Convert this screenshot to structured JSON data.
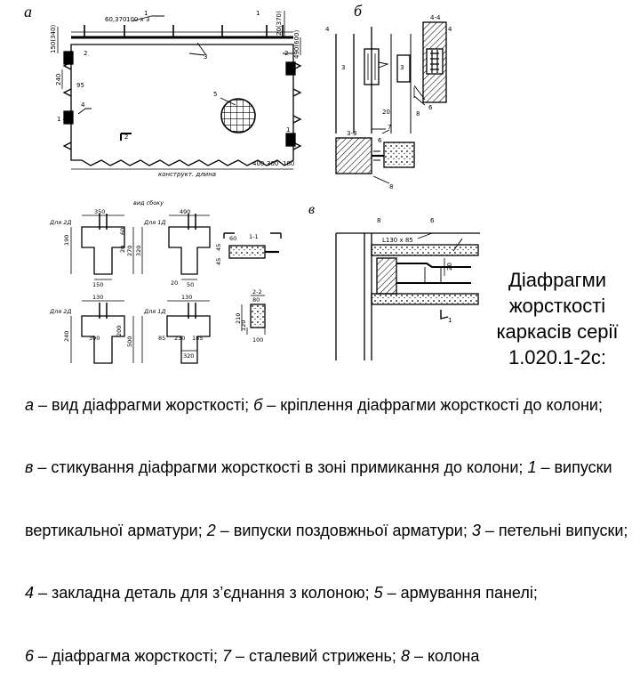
{
  "panel_labels": {
    "a": "а",
    "b": "б",
    "v": "в"
  },
  "title_lines": [
    "Діафрагми",
    "жорсткості",
    "каркасів серії",
    "1.020.1-2с:"
  ],
  "caption": [
    [
      {
        "t": "а",
        "i": true
      },
      {
        "t": " – вид діафрагми жорсткості; ",
        "i": false
      },
      {
        "t": "б",
        "i": true
      },
      {
        "t": " – кріплення діафрагми жорсткості до колони;",
        "i": false
      }
    ],
    [
      {
        "t": "в",
        "i": true
      },
      {
        "t": " – стикування діафрагми жорсткості в зоні примикання до колони; ",
        "i": false
      },
      {
        "t": "1",
        "i": true
      },
      {
        "t": " – випуски",
        "i": false
      }
    ],
    [
      {
        "t": "вертикальної арматури; ",
        "i": false
      },
      {
        "t": "2",
        "i": true
      },
      {
        "t": " – випуски поздовжньої арматури; ",
        "i": false
      },
      {
        "t": "3",
        "i": true
      },
      {
        "t": " – петельні випуски;",
        "i": false
      }
    ],
    [
      {
        "t": "4",
        "i": true
      },
      {
        "t": " – закладна деталь для з’єднання з колоною; ",
        "i": false
      },
      {
        "t": "5",
        "i": true
      },
      {
        "t": " – армування панелі;",
        "i": false
      }
    ],
    [
      {
        "t": "6",
        "i": true
      },
      {
        "t": " – діафрагма жорсткості; ",
        "i": false
      },
      {
        "t": "7",
        "i": true
      },
      {
        "t": " – сталевий стрижень; ",
        "i": false
      },
      {
        "t": "8",
        "i": true
      },
      {
        "t": " – колона",
        "i": false
      }
    ]
  ],
  "drawing_a": {
    "callouts": [
      "1",
      "1",
      "2",
      "2",
      "3",
      "4",
      "5",
      "2"
    ],
    "dims": [
      "60,370",
      "100 x 3",
      "150(340)",
      "20(370)",
      "490(600)",
      "240",
      "95",
      "400",
      "300",
      "180",
      "конструкт. длина"
    ],
    "section_marks": [
      "1",
      "1"
    ]
  },
  "drawing_b": {
    "callouts": [
      "3",
      "4-4",
      "3",
      "6",
      "8",
      "20",
      "3-3",
      "7",
      "6",
      "8",
      "4",
      "4"
    ]
  },
  "drawing_v_left": {
    "labels": [
      "вид сбоку",
      "Для 2Д",
      "Для 1Д",
      "Для 2Д",
      "Для 1Д",
      "1-1",
      "2-2"
    ],
    "dims": [
      "350",
      "490",
      "190",
      "270",
      "60",
      "20",
      "320",
      "50",
      "150",
      "45",
      "60",
      "45",
      "130",
      "130",
      "240",
      "500",
      "390",
      "200",
      "85",
      "230",
      "185",
      "320",
      "210",
      "120",
      "100",
      "80",
      "20"
    ]
  },
  "drawing_v_right": {
    "callouts": [
      "8",
      "6",
      "L130 x 85",
      "20",
      "1"
    ]
  }
}
